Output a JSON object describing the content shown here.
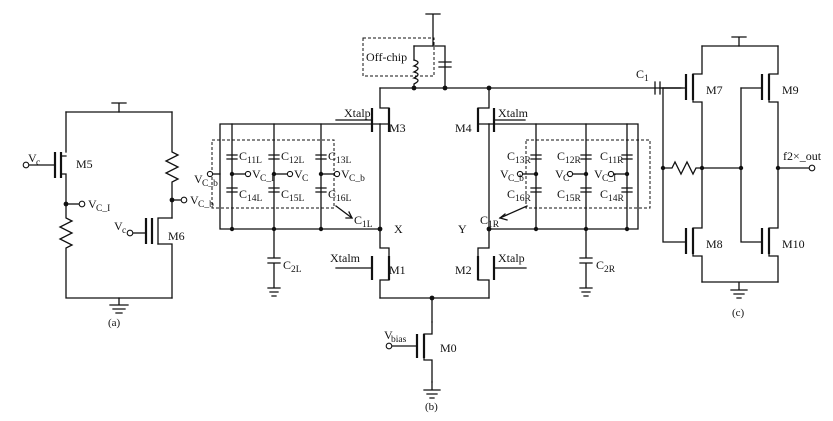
{
  "circuit_a": {
    "m5": "M5",
    "m6": "M6",
    "vc_in": "V",
    "vc_in_sub": "c",
    "vcbar": "V",
    "vcbar_sub": "C_I",
    "vcb": "V",
    "vcb_sub": "C_b",
    "vc_gate": "V",
    "vc_gate_sub": "c",
    "caption": "(a)"
  },
  "circuit_b": {
    "offchip": "Off-chip",
    "xtalp_m3": "Xtalp",
    "m3": "M3",
    "xtalm_m4": "Xtalm",
    "m4": "M4",
    "m1": "M1",
    "xtalm_m1": "Xtalm",
    "m2": "M2",
    "xtalp_m2": "Xtalp",
    "m0": "M0",
    "vbias": "V",
    "vbias_sub": "bias",
    "node_x": "X",
    "node_y": "Y",
    "c1": "C",
    "c1_sub": "1",
    "c2l": "C",
    "c2l_sub": "2L",
    "c2r": "C",
    "c2r_sub": "2R",
    "c1l": "C",
    "c1l_sub": "1L",
    "c1r": "C",
    "c1r_sub": "1R",
    "left_caps": [
      {
        "t": "C",
        "s": "11L"
      },
      {
        "t": "C",
        "s": "12L"
      },
      {
        "t": "C",
        "s": "13L"
      },
      {
        "t": "C",
        "s": "14L"
      },
      {
        "t": "C",
        "s": "15L"
      },
      {
        "t": "C",
        "s": "16L"
      }
    ],
    "right_caps": [
      {
        "t": "C",
        "s": "13R"
      },
      {
        "t": "C",
        "s": "12R"
      },
      {
        "t": "C",
        "s": "11R"
      },
      {
        "t": "C",
        "s": "16R"
      },
      {
        "t": "C",
        "s": "15R"
      },
      {
        "t": "C",
        "s": "14R"
      }
    ],
    "left_v": [
      {
        "t": "V",
        "s": "C_I"
      },
      {
        "t": "V",
        "s": "C"
      },
      {
        "t": "V",
        "s": "C_b"
      }
    ],
    "left_vcb": {
      "t": "V",
      "s": "C_b"
    },
    "right_v": [
      {
        "t": "V",
        "s": "C_b"
      },
      {
        "t": "V",
        "s": "C"
      },
      {
        "t": "V",
        "s": "C_I"
      }
    ],
    "caption": "(b)"
  },
  "circuit_c": {
    "m7": "M7",
    "m8": "M8",
    "m9": "M9",
    "m10": "M10",
    "output": "f2×_out",
    "caption": "(c)"
  }
}
